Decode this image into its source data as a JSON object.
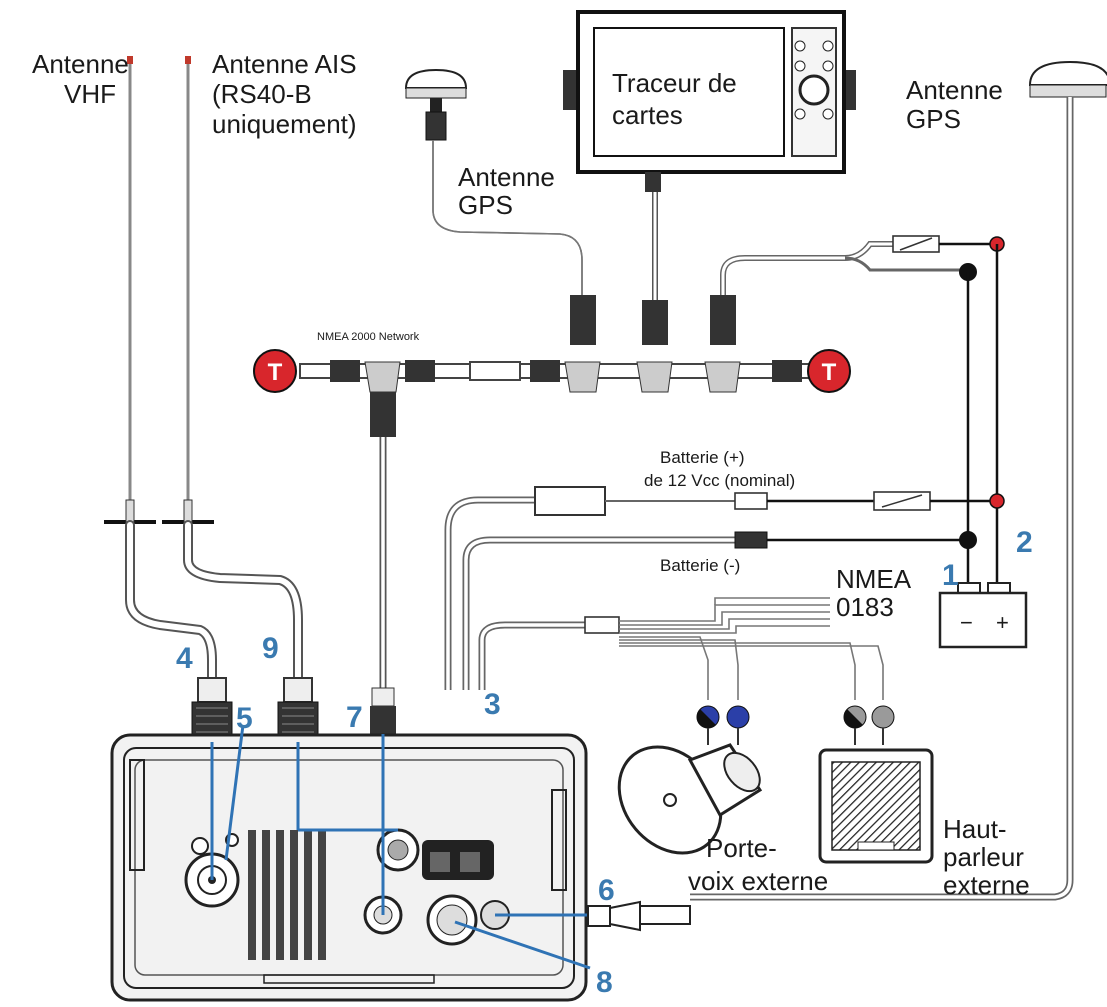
{
  "labels": {
    "vhf_antenna": [
      "Antenne",
      "VHF"
    ],
    "ais_antenna": [
      "Antenne AIS",
      "(RS40-B",
      "uniquement)"
    ],
    "chartplotter": [
      "Traceur de",
      "cartes"
    ],
    "gps_antenna_right": [
      "Antenne",
      "GPS"
    ],
    "gps_antenna_mid": [
      "Antenne",
      "GPS"
    ],
    "nmea2000": "NMEA 2000 Network",
    "battery_plus": [
      "Batterie (+)",
      "de 12 Vcc (nominal)"
    ],
    "battery_minus": "Batterie (-)",
    "nmea0183": [
      "NMEA",
      "0183"
    ],
    "loudhailer": [
      "Porte-",
      "voix externe"
    ],
    "speaker": [
      "Haut-",
      "parleur",
      "externe"
    ],
    "terminator": "T",
    "battery_signs": {
      "minus": "−",
      "plus": "+"
    }
  },
  "numbers": {
    "n1": "1",
    "n2": "2",
    "n3": "3",
    "n4": "4",
    "n5": "5",
    "n6": "6",
    "n7": "7",
    "n8": "8",
    "n9": "9"
  },
  "colors": {
    "callout": "#3a7ab0",
    "terminator": "#d8262c",
    "positive": "#d8262c",
    "negative": "#111111",
    "blue_wire": "#2b3fa8",
    "grey_wire": "#9a9a9a"
  }
}
